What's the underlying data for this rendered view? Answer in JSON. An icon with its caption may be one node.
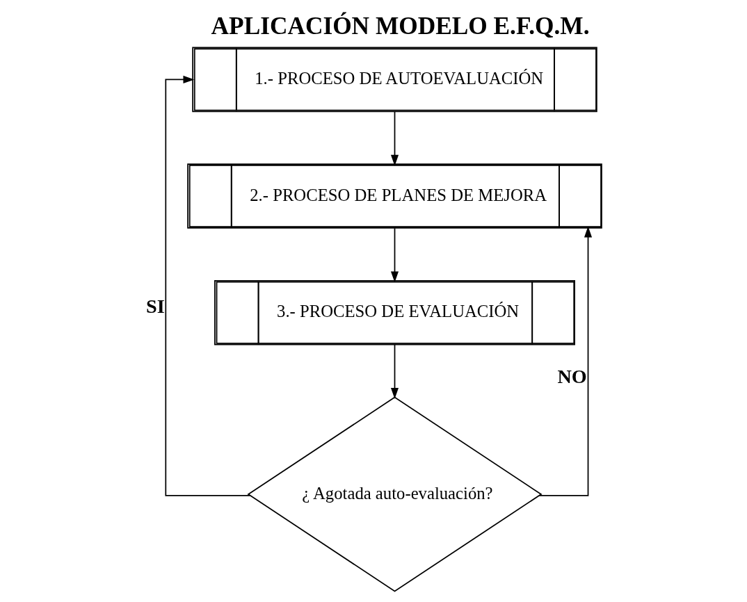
{
  "diagram": {
    "title": "APLICACIÓN MODELO E.F.Q.M.",
    "nodes": [
      {
        "text": [
          "1.- PROCESO DE AUTOEVALUACIÓN"
        ]
      },
      {
        "text": [
          "2.- PROCESO DE PLANES DE MEJORA"
        ]
      },
      {
        "text": [
          "3.- PROCESO DE EVALUACIÓN"
        ]
      },
      {
        "text": [
          "¿ Agotada auto-evaluación?"
        ]
      }
    ],
    "edges": [
      {
        "from": 0,
        "to": 1,
        "arrow": "to"
      },
      {
        "from": 1,
        "to": 2,
        "arrow": "to"
      },
      {
        "from": 2,
        "to": 3,
        "arrow": "to"
      },
      {
        "from": 3,
        "to": 1,
        "arrow": "to",
        "label": "NO"
      },
      {
        "from": 3,
        "to": 0,
        "arrow": "to",
        "label": "SI"
      }
    ]
  }
}
